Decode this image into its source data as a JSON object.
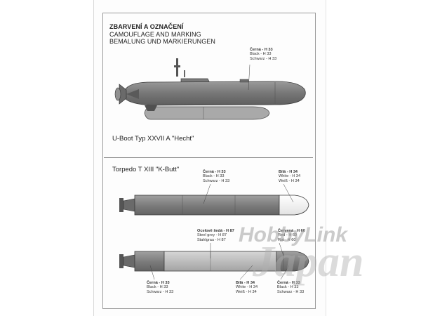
{
  "header": {
    "title_cz": "ZBARVENÍ A OZNAČENÍ",
    "title_en": "CAMOUFLAGE AND MARKING",
    "title_de": "BEMALUNG UND MARKIERUNGEN"
  },
  "submarine": {
    "caption": "U-Boot Typ XXVII A  \"Hecht\"",
    "color_label": [
      "Černá - H 33",
      "Black - H 33",
      "Schwarz - H 33"
    ]
  },
  "torpedo": {
    "caption": "Torpedo T XIII \"K-Butt\"",
    "top_body_label": [
      "Černá - H 33",
      "Black - H 33",
      "Schwarz - H 33"
    ],
    "top_nose_label": [
      "Bílá - H 34",
      "White - H 34",
      "Weiß - H 34"
    ],
    "steel_label": [
      "Ocelově šedá - H 87",
      "Steel grey - H 87",
      "Stahlgrau - H 87"
    ],
    "red_label": [
      "Červená - H 60",
      "Red - H 60",
      "Rot - H 60"
    ],
    "bottom_left_label": [
      "Černá - H 33",
      "Black - H 33",
      "Schwarz - H 33"
    ],
    "bottom_white_label": [
      "Bílá - H 34",
      "White - H 34",
      "Weiß - H 34"
    ],
    "bottom_right_label": [
      "Černá - H 33",
      "Black - H 33",
      "Schwarz - H 33"
    ]
  },
  "watermark": {
    "brand": "HobbyLink",
    "brand_sub": "Japan"
  },
  "colors": {
    "hull_dark": "#6e6e6e",
    "hull_mid": "#8c8c8c",
    "white_nose": "#f2f2f2",
    "steel_grey": "#b9b9b9",
    "red": "#7a7a7a"
  }
}
